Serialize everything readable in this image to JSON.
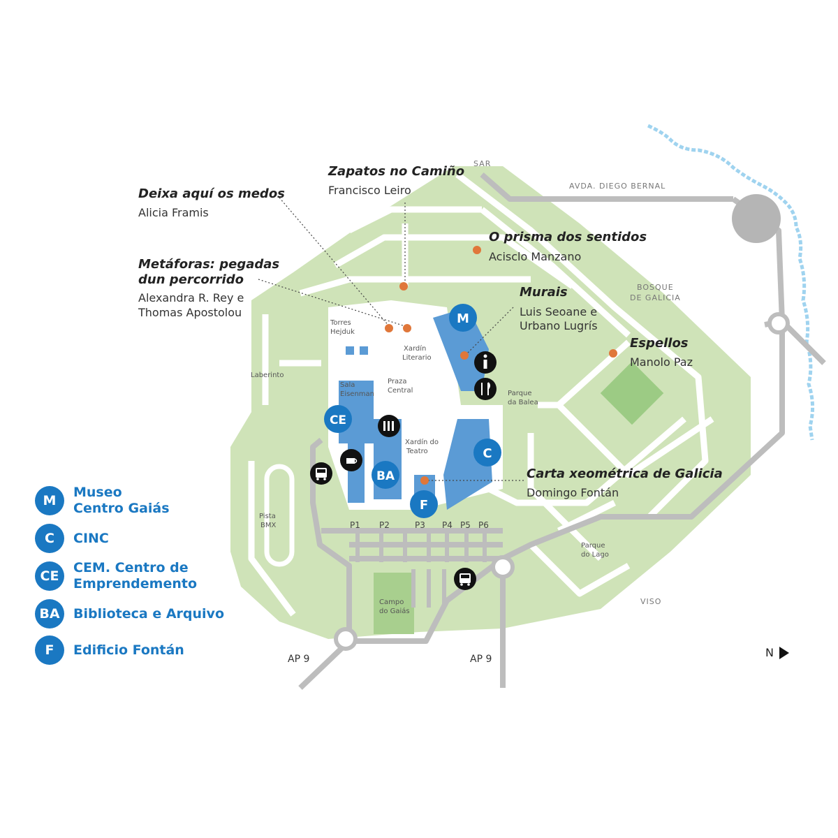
{
  "artworks": [
    {
      "title": "Zapatos no Camiño",
      "artist": "Francisco Leiro"
    },
    {
      "title": "Deixa aquí os medos",
      "artist": "Alicia Framis"
    },
    {
      "title": "O prisma dos sentidos",
      "artist": "Acisclo Manzano"
    },
    {
      "title": "Metáforas: pegadas",
      "title2": "dun percorrido",
      "artist": "Alexandra R. Rey e",
      "artist2": "Thomas Apostolou"
    },
    {
      "title": "Murais",
      "artist": "Luis Seoane e",
      "artist2": "Urbano Lugrís"
    },
    {
      "title": "Espellos",
      "artist": "Manolo Paz"
    },
    {
      "title": "Carta xeométrica de Galicia",
      "artist": "Domingo Fontán"
    }
  ],
  "places": {
    "torres": "Torres",
    "hejduk": "Hejduk",
    "xardin_literario_1": "Xardín",
    "xardin_literario_2": "Literario",
    "laberinto": "Laberinto",
    "sala_1": "Sala",
    "sala_2": "Eisenman",
    "praza_1": "Praza",
    "praza_2": "Central",
    "parque_baleas_1": "Parque",
    "parque_baleas_2": "da Balea",
    "xardin_teatro_1": "Xardín do",
    "xardin_teatro_2": "Teatro",
    "pista_1": "Pista",
    "pista_2": "BMX",
    "parque_lago_1": "Parque",
    "parque_lago_2": "do Lago",
    "campo_1": "Campo",
    "campo_2": "do Gaiás",
    "bosque_1": "BOSQUE",
    "bosque_2": "DE GALICIA"
  },
  "roads": {
    "sar": "SAR",
    "avda": "AVDA. DIEGO BERNAL",
    "viso": "VISO",
    "ap9_left": "AP 9",
    "ap9_right": "AP 9"
  },
  "parking": [
    "P1",
    "P2",
    "P3",
    "P4",
    "P5",
    "P6"
  ],
  "buildings": {
    "m": "M",
    "c": "C",
    "ce": "CE",
    "ba": "BA",
    "f": "F"
  },
  "legend": [
    {
      "code": "M",
      "line1": "Museo",
      "line2": "Centro Gaiás"
    },
    {
      "code": "C",
      "line1": "CINC",
      "line2": ""
    },
    {
      "code": "CE",
      "line1": "CEM. Centro de",
      "line2": "Emprendemento"
    },
    {
      "code": "BA",
      "line1": "Biblioteca e Arquivo",
      "line2": ""
    },
    {
      "code": "F",
      "line1": "Edificio Fontán",
      "line2": ""
    }
  ],
  "north": "N",
  "icons": [
    "info-icon",
    "restaurant-icon",
    "auditorium-icon",
    "cafe-icon",
    "bus-icon",
    "bus-icon"
  ],
  "colors": {
    "accent": "#1a78c2",
    "park": "#cfe3b8",
    "path": "#ffffff",
    "road": "#bdbdbd",
    "river": "#9fd3ef",
    "marker": "#e0773a"
  }
}
